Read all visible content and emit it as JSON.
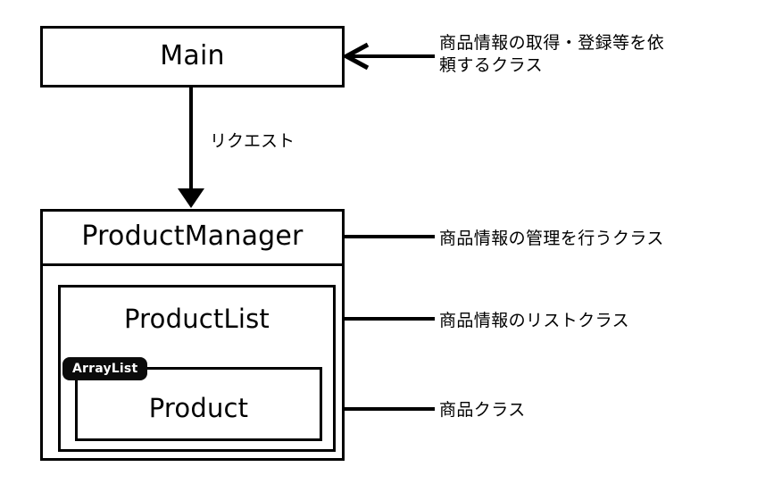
{
  "diagram": {
    "title_text": "",
    "colors": {
      "stroke": "#000000",
      "background": "#ffffff",
      "badge_background": "#0b0b0b",
      "badge_text": "#ffffff"
    },
    "classes": {
      "main": {
        "name": "Main"
      },
      "product_manager": {
        "name": "ProductManager"
      },
      "product_list": {
        "name": "ProductList"
      },
      "product": {
        "name": "Product"
      },
      "array_list_badge": {
        "name": "ArrayList"
      }
    },
    "flow_arrow": {
      "label": "リクエスト",
      "from": "Main",
      "to": "ProductManager",
      "direction": "down"
    },
    "annotations": [
      {
        "target": "Main",
        "text": "商品情報の取得・登録等を依\n頼するクラス"
      },
      {
        "target": "ProductManager",
        "text": "商品情報の管理を行うクラス"
      },
      {
        "target": "ProductList",
        "text": "商品情報のリストクラス"
      },
      {
        "target": "Product",
        "text": "商品クラス"
      }
    ]
  }
}
